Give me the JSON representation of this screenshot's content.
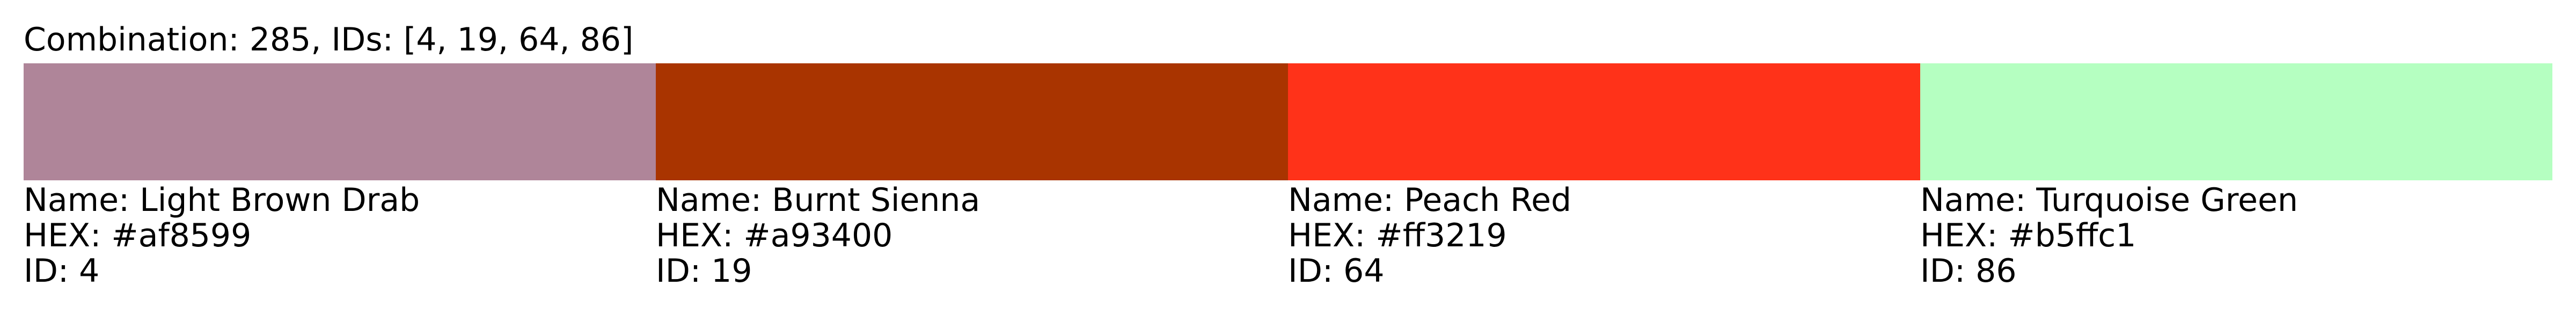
{
  "title": "Combination: 285, IDs: [4, 19, 64, 86]",
  "colors": [
    {
      "name_text": "Name: Light Brown Drab",
      "hex_text": "HEX: #af8599",
      "id_text": "ID: 4",
      "hex": "#af8599"
    },
    {
      "name_text": "Name: Burnt Sienna",
      "hex_text": "HEX: #a93400",
      "id_text": "ID: 19",
      "hex": "#a93400"
    },
    {
      "name_text": "Name: Peach Red",
      "hex_text": "HEX: #ff3219",
      "id_text": "ID: 64",
      "hex": "#ff3219"
    },
    {
      "name_text": "Name: Turquoise Green",
      "hex_text": "HEX: #b5ffc1",
      "id_text": "ID: 86",
      "hex": "#b5ffc1"
    }
  ]
}
